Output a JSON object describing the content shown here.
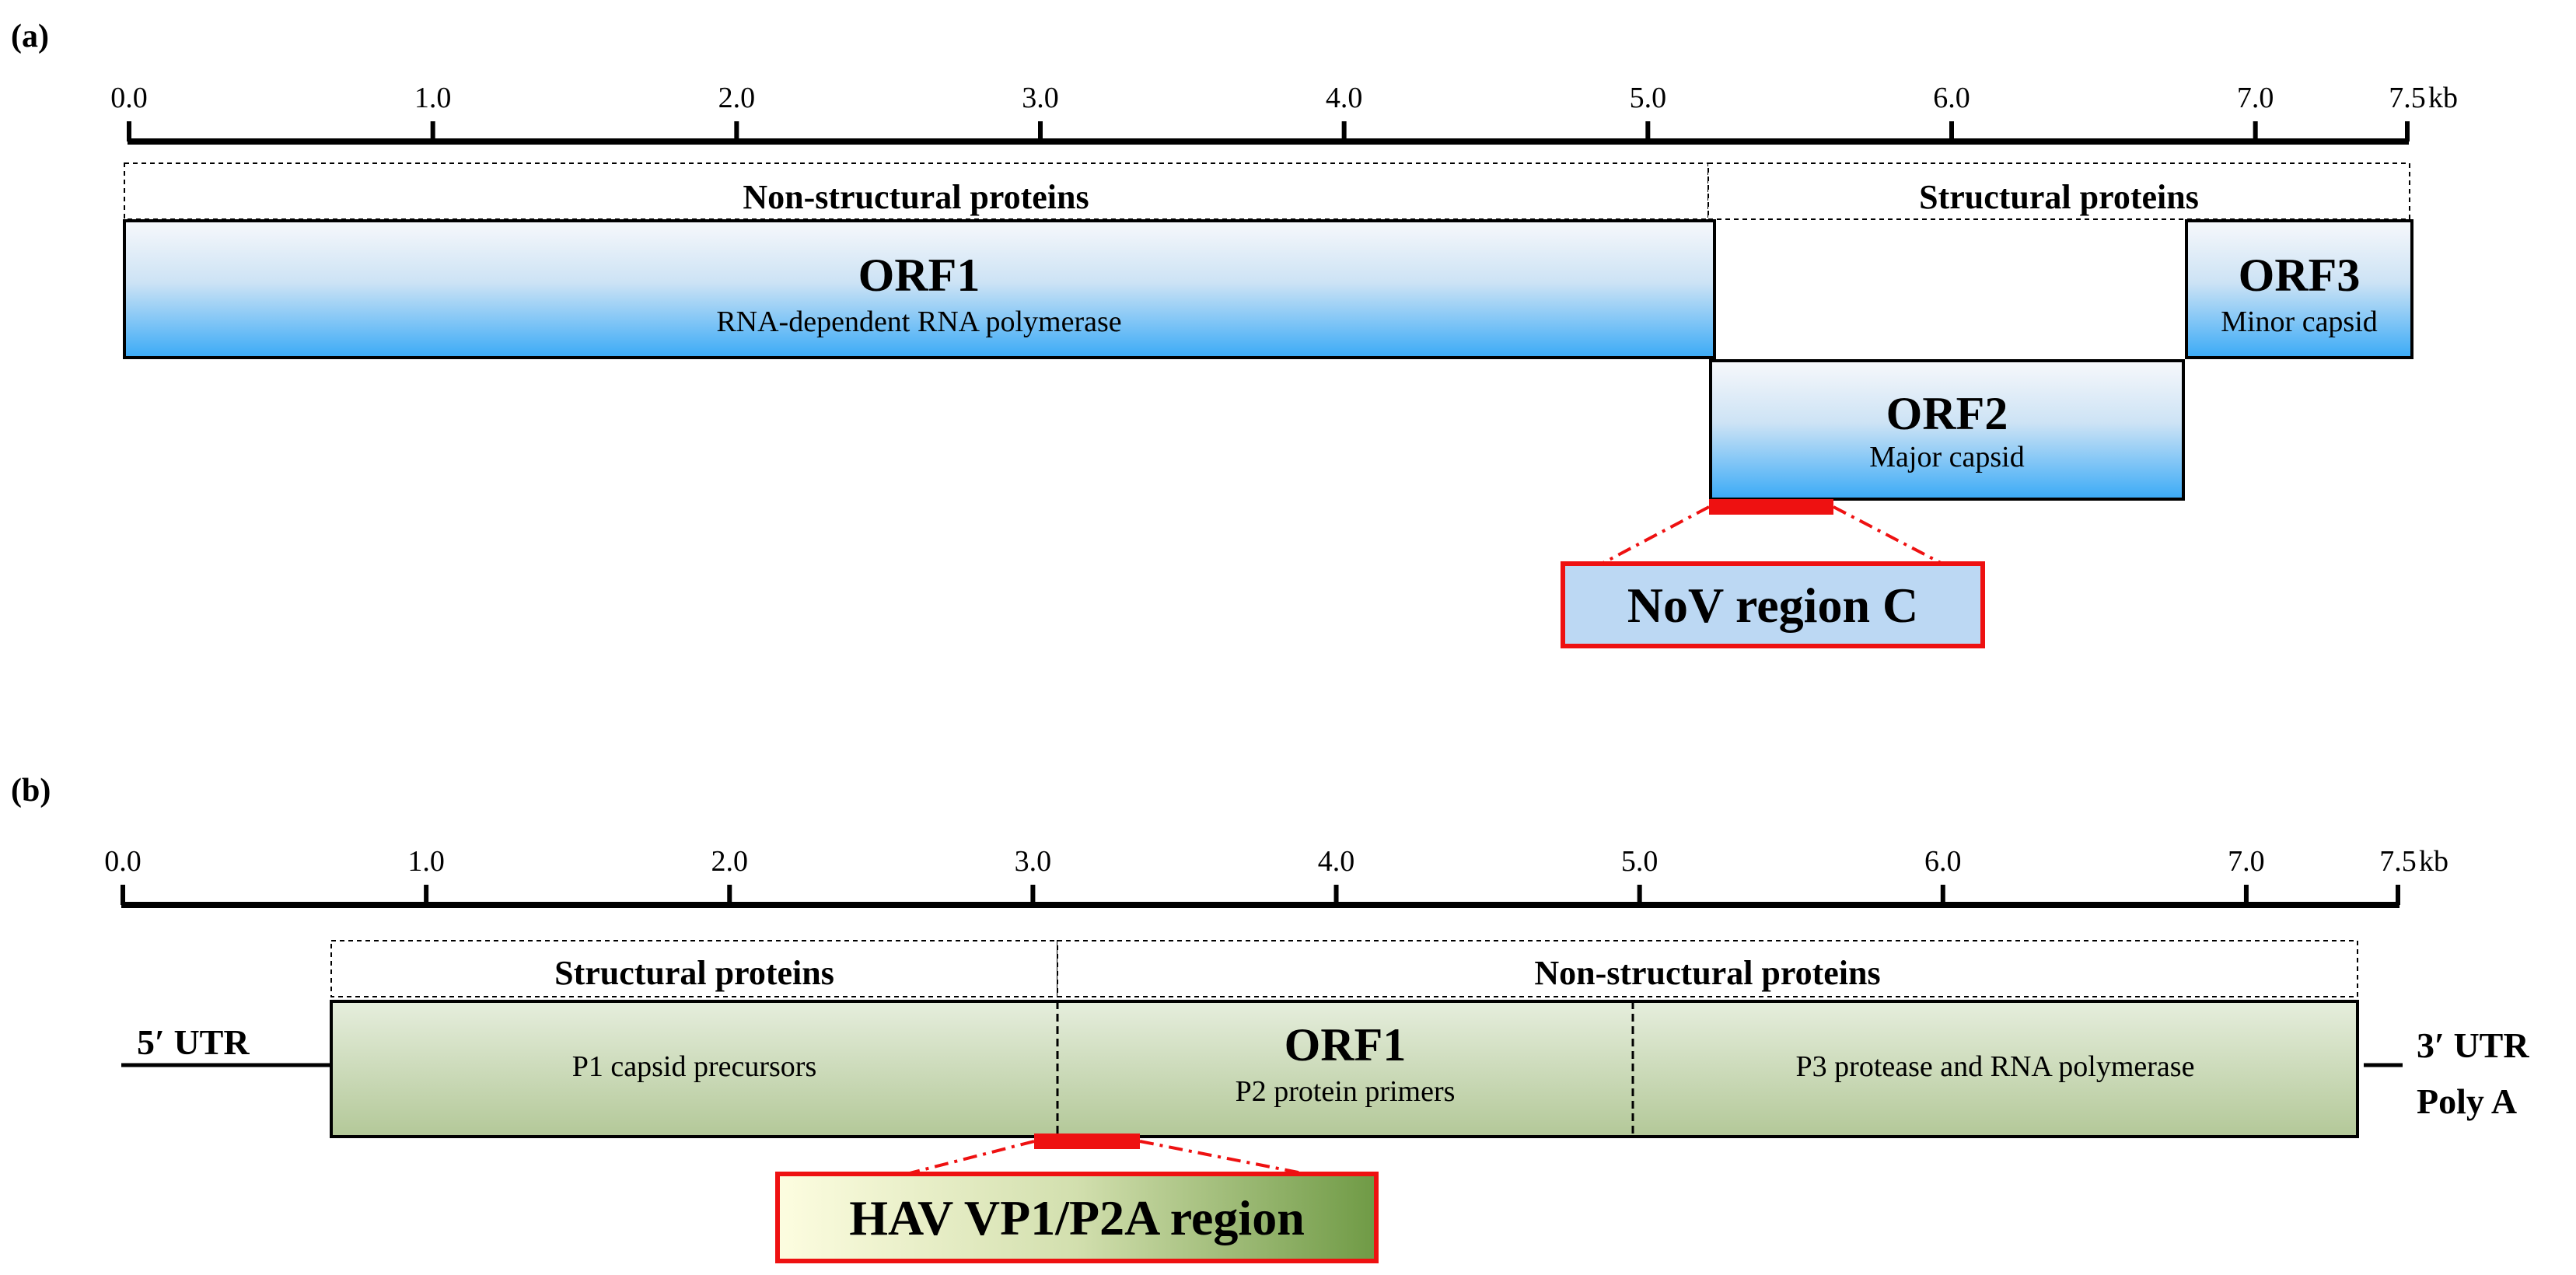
{
  "colors": {
    "blue_gradient_top": "#f5f7fb",
    "blue_gradient_bottom": "#3aaaf6",
    "green_gradient_top": "#e6eedd",
    "green_gradient_bottom": "#b5c99a",
    "marker_red": "#ee1111",
    "noV_box_fill": "#bcd8f3",
    "hav_box_left": "#fdfde0",
    "hav_box_right": "#6f9a45",
    "axis_black": "#000000"
  },
  "ticks": [
    "0.0",
    "1.0",
    "2.0",
    "3.0",
    "4.0",
    "5.0",
    "6.0",
    "7.0",
    "7.5"
  ],
  "axis_unit": "kb",
  "panel_a": {
    "label": "(a)",
    "scale": {
      "start_kb": 0.0,
      "end_kb": 7.5
    },
    "headers": {
      "nonstructural": "Non-structural proteins",
      "structural": "Structural proteins"
    },
    "orf1": {
      "title": "ORF1",
      "subtitle": "RNA-dependent RNA polymerase"
    },
    "orf2": {
      "title": "ORF2",
      "subtitle": "Major capsid"
    },
    "orf3": {
      "title": "ORF3",
      "subtitle": "Minor capsid"
    },
    "region": {
      "label": "NoV region C"
    }
  },
  "panel_b": {
    "label": "(b)",
    "scale": {
      "start_kb": 0.0,
      "end_kb": 7.5
    },
    "headers": {
      "structural": "Structural proteins",
      "nonstructural": "Non-structural proteins"
    },
    "utr5": "5′ UTR",
    "utr3": "3′ UTR",
    "polya": "Poly A",
    "p1": "P1 capsid precursors",
    "orf1": {
      "title": "ORF1",
      "subtitle": "P2 protein primers"
    },
    "p3": "P3 protease and RNA polymerase",
    "region": {
      "label": "HAV VP1/P2A region"
    }
  }
}
